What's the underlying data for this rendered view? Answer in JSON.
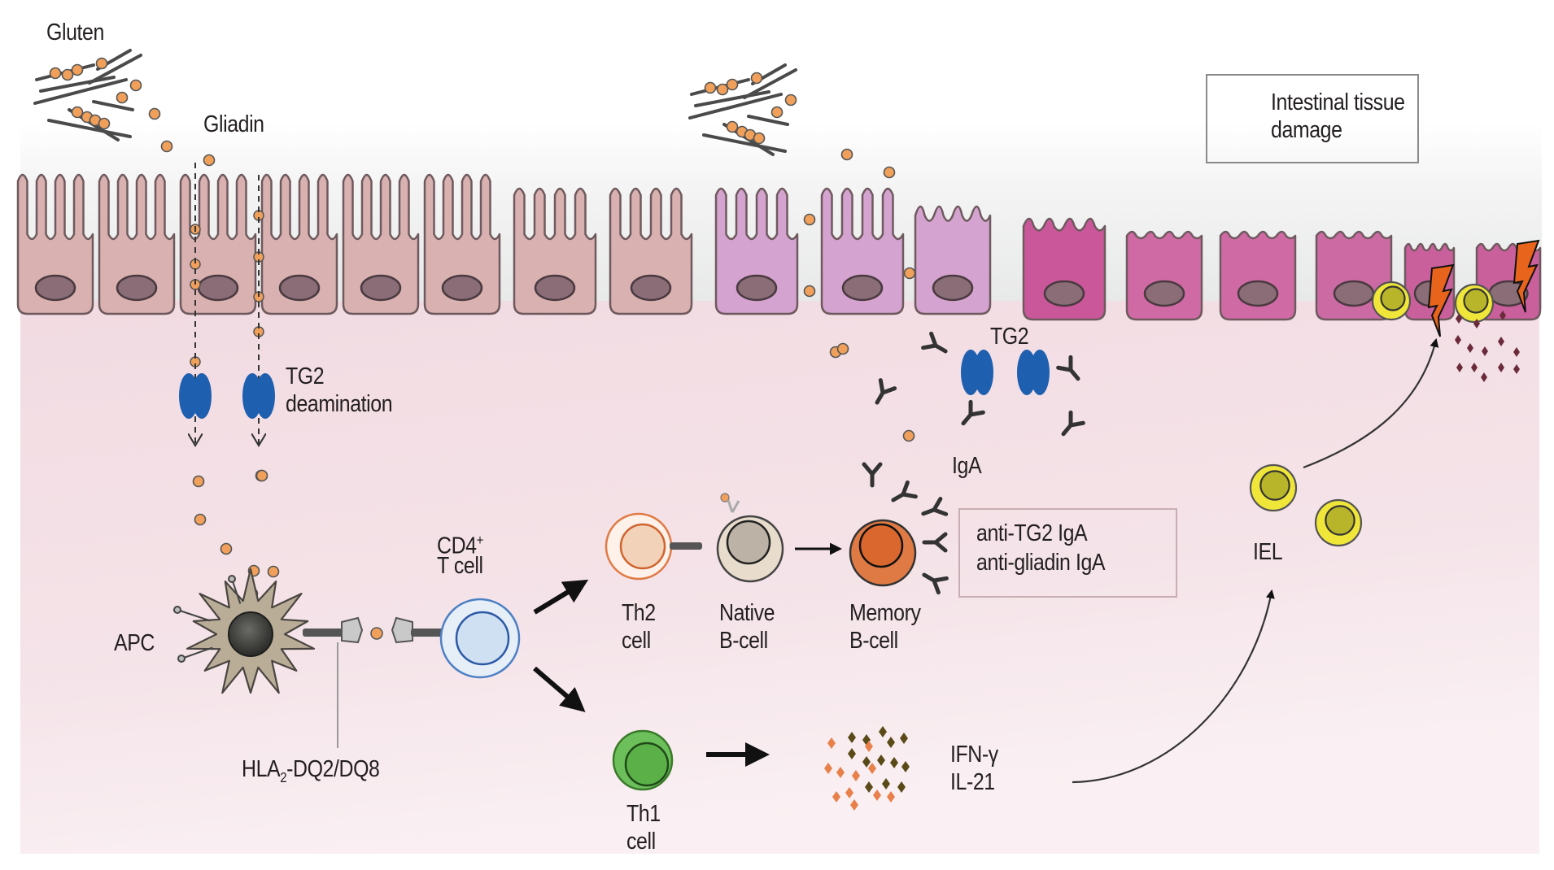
{
  "diagram": {
    "title_hidden": "Celiac disease pathogenesis",
    "labels": {
      "gluten": "Gluten",
      "gliadin": "Gliadin",
      "tissue_damage_line1": "Intestinal tissue",
      "tissue_damage_line2": "damage",
      "tg2_deamination_line1": "TG2",
      "tg2_deamination_line2": "deamination",
      "tg2": "TG2",
      "iga": "IgA",
      "anti_tg2": "anti-TG2 IgA",
      "anti_gliadin": "anti-gliadin IgA",
      "apc": "APC",
      "cd4_line1": "CD4",
      "cd4_sup": "+",
      "cd4_line2": "T cell",
      "hla_prefix": "HLA",
      "hla_sub": "2",
      "hla_suffix": "-DQ2/DQ8",
      "th2_line1": "Th2",
      "th2_line2": "cell",
      "native_b_line1": "Native",
      "native_b_line2": "B-cell",
      "memory_b_line1": "Memory",
      "memory_b_line2": "B-cell",
      "th1_line1": "Th1",
      "th1_line2": "cell",
      "ifn": "IFN-γ",
      "il21": "IL-21",
      "iel": "IEL"
    },
    "colors": {
      "gliadin_particle": "#f0a05a",
      "tg2_enzyme": "#1f5fb0",
      "healthy_cell": "#d9b1b0",
      "inflamed_cell": "#d5a3cf",
      "damaged_cell": "#c9579a",
      "iel": "#f0e63a",
      "memory_b": "#e07a45",
      "th1": "#6cbf5a",
      "th2": "#f2d2b8",
      "cd4": "#cfe0f2",
      "apc": "#b9ad98",
      "lightning": "#e8641c",
      "lamina_propria": "#f3dbe2"
    }
  }
}
